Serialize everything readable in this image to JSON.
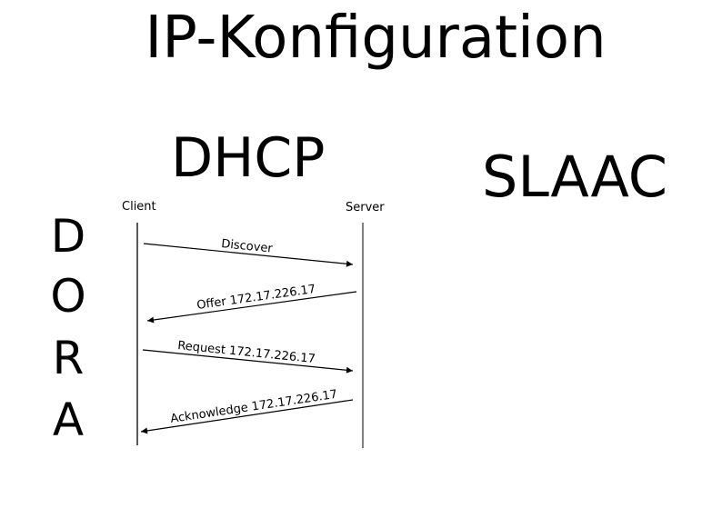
{
  "title": "IP-Konfiguration",
  "sections": {
    "dhcp": "DHCP",
    "slaac": "SLAAC"
  },
  "dora": [
    "D",
    "O",
    "R",
    "A"
  ],
  "sequence": {
    "client_label": "Client",
    "server_label": "Server",
    "messages": [
      {
        "label": "Discover",
        "direction": "client-to-server"
      },
      {
        "label": "Offer 172.17.226.17",
        "direction": "server-to-client"
      },
      {
        "label": "Request 172.17.226.17",
        "direction": "client-to-server"
      },
      {
        "label": "Acknowledge 172.17.226.17",
        "direction": "server-to-client"
      }
    ]
  }
}
